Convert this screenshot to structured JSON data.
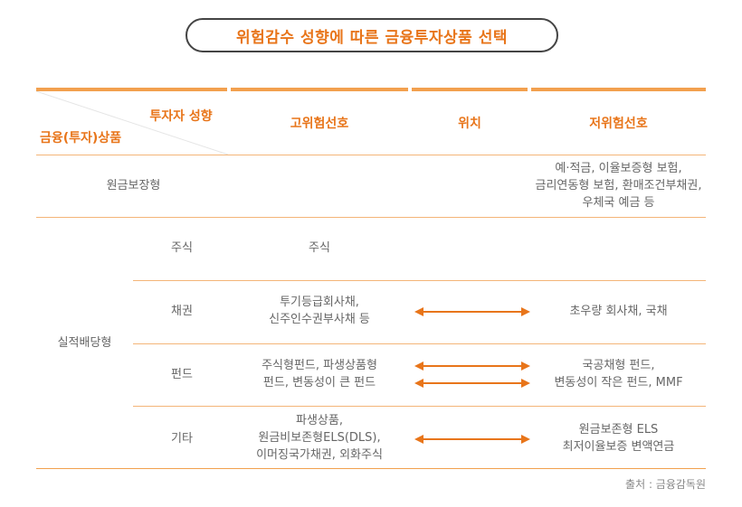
{
  "title": "위험감수 성향에 따른 금융투자상품 선택",
  "header": {
    "corner_top": "투자자 성향",
    "corner_bottom": "금융(투자)상품",
    "col_high": "고위험선호",
    "col_mid": "위치",
    "col_low": "저위험선호"
  },
  "rows": {
    "guaranteed": {
      "label": "원금보장형",
      "low": [
        "예·적금, 이율보증형 보험,",
        "금리연동형 보험, 환매조건부채권,",
        "우체국 예금 등"
      ]
    },
    "performance_label": "실적배당형",
    "stock": {
      "label": "주식",
      "high": "주식"
    },
    "bond": {
      "label": "채권",
      "high": [
        "투기등급회사채,",
        "신주인수권부사채 등"
      ],
      "low": "초우량 회사채, 국채"
    },
    "fund": {
      "label": "펀드",
      "high": [
        "주식형펀드, 파생상품형",
        "펀드, 변동성이 큰 펀드"
      ],
      "low": [
        "국공채형 펀드,",
        "변동성이 작은 펀드, MMF"
      ]
    },
    "other": {
      "label": "기타",
      "high": [
        "파생상품,",
        "원금비보존형ELS(DLS),",
        "이머징국가채권, 외화주식"
      ],
      "low": [
        "원금보존형 ELS",
        "최저이율보증 변액연금"
      ]
    }
  },
  "source": "출처 : 금융감독원",
  "colors": {
    "accent": "#e8751a",
    "line": "#f2a04e"
  }
}
